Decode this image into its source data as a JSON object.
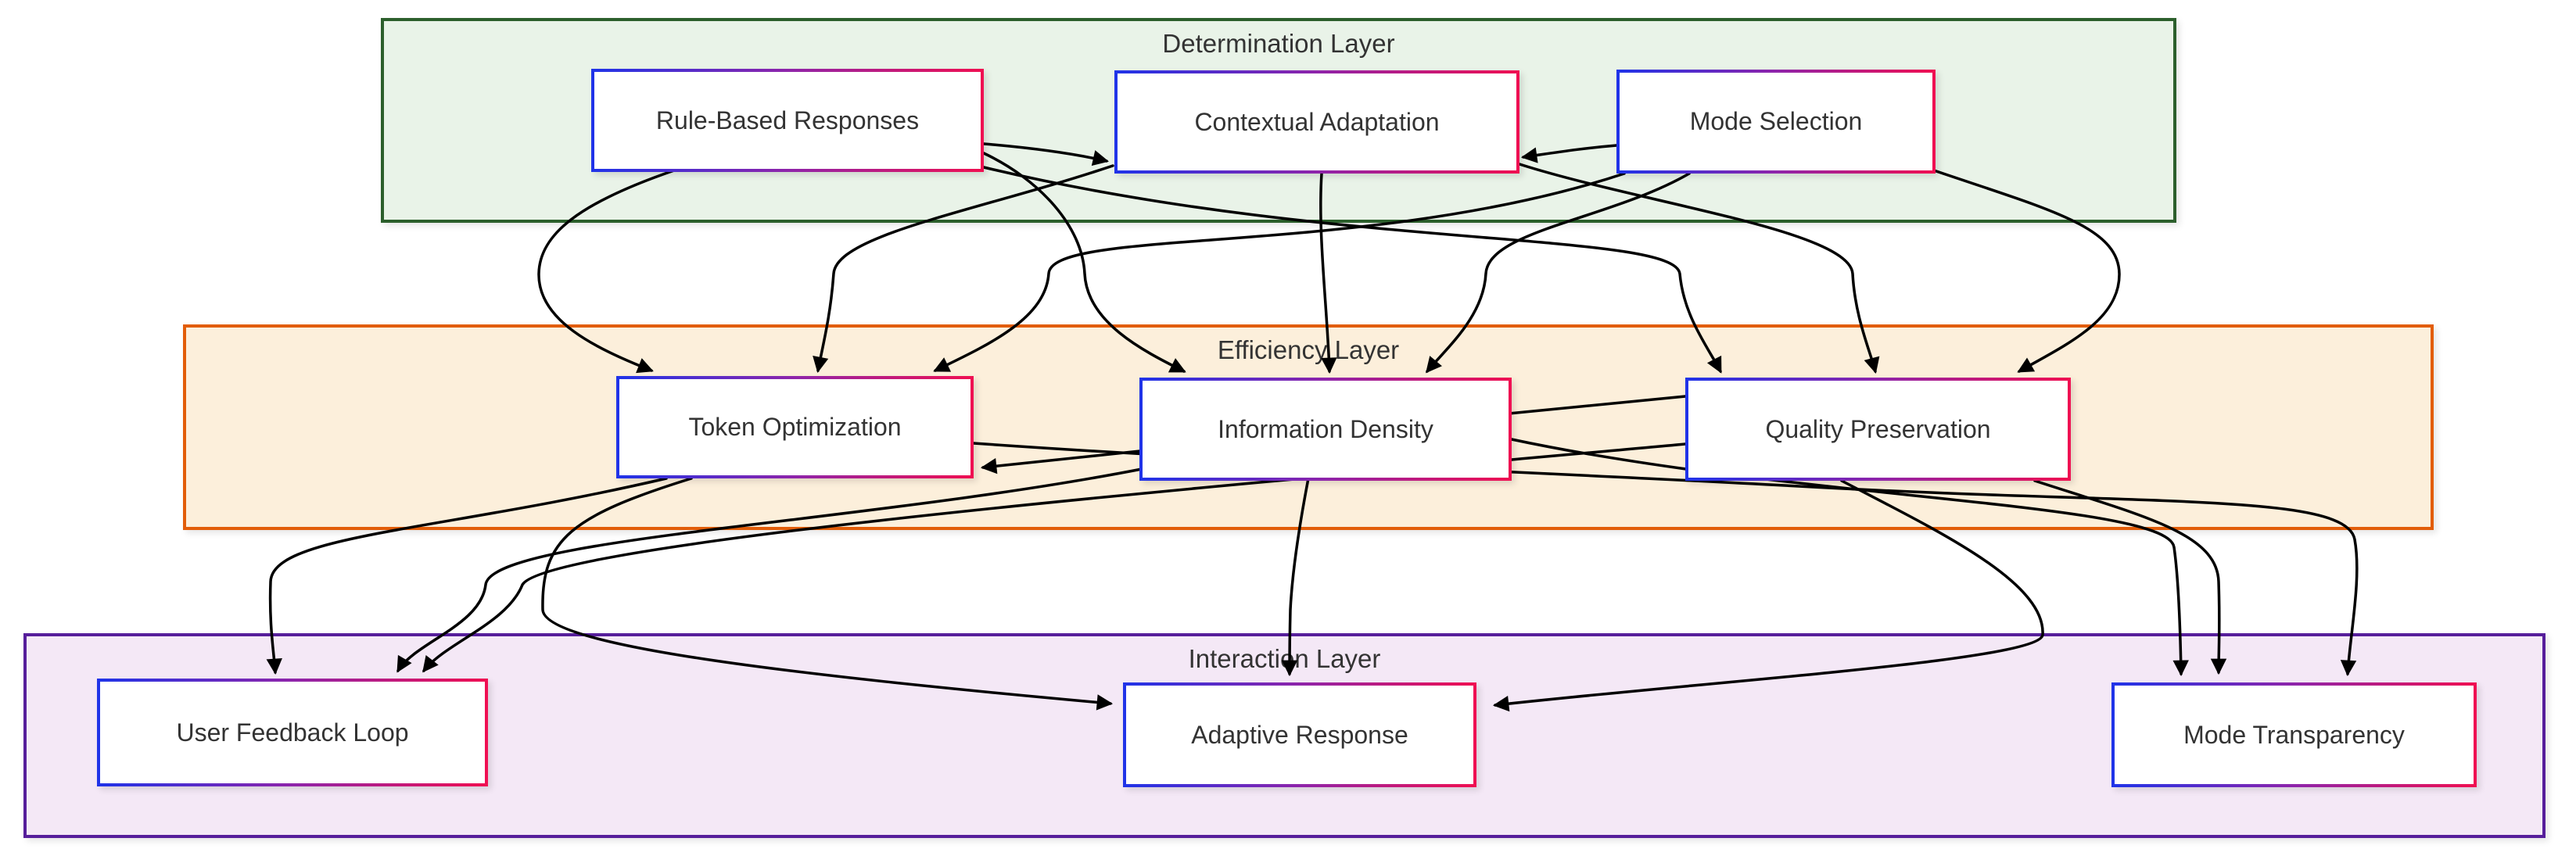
{
  "diagram": {
    "layers": [
      {
        "id": "determination",
        "title": "Determination Layer",
        "fill": "#e9f3e8",
        "border": "#2c5f2c",
        "nodes": [
          {
            "id": "RBR",
            "label": "Rule-Based Responses"
          },
          {
            "id": "CA",
            "label": "Contextual Adaptation"
          },
          {
            "id": "MS",
            "label": "Mode Selection"
          }
        ]
      },
      {
        "id": "efficiency",
        "title": "Efficiency Layer",
        "fill": "#fcefdb",
        "border": "#e25d09",
        "nodes": [
          {
            "id": "TO",
            "label": "Token Optimization"
          },
          {
            "id": "ID",
            "label": "Information Density"
          },
          {
            "id": "QP",
            "label": "Quality Preservation"
          }
        ]
      },
      {
        "id": "interaction",
        "title": "Interaction Layer",
        "fill": "#f4e8f6",
        "border": "#561e9b",
        "nodes": [
          {
            "id": "UFL",
            "label": "User Feedback Loop"
          },
          {
            "id": "AR",
            "label": "Adaptive Response"
          },
          {
            "id": "MT",
            "label": "Mode Transparency"
          }
        ]
      }
    ],
    "node_style": {
      "fill": "#ffffff",
      "border_gradient": [
        "#2033e8",
        "#8e24aa",
        "#ef0f52"
      ],
      "text_color": "#333333"
    },
    "edge_style": {
      "color": "#000000",
      "width": 3.5
    },
    "edges": [
      {
        "from": "RBR",
        "to": "CA"
      },
      {
        "from": "RBR",
        "to": "TO"
      },
      {
        "from": "RBR",
        "to": "ID"
      },
      {
        "from": "RBR",
        "to": "QP"
      },
      {
        "from": "MS",
        "to": "CA"
      },
      {
        "from": "MS",
        "to": "TO"
      },
      {
        "from": "MS",
        "to": "ID"
      },
      {
        "from": "MS",
        "to": "QP"
      },
      {
        "from": "CA",
        "to": "TO"
      },
      {
        "from": "CA",
        "to": "ID"
      },
      {
        "from": "CA",
        "to": "QP"
      },
      {
        "from": "TO",
        "to": "UFL"
      },
      {
        "from": "TO",
        "to": "AR"
      },
      {
        "from": "TO",
        "to": "MT"
      },
      {
        "from": "QP",
        "to": "TO"
      },
      {
        "from": "ID",
        "to": "UFL"
      },
      {
        "from": "ID",
        "to": "AR"
      },
      {
        "from": "ID",
        "to": "MT"
      },
      {
        "from": "QP",
        "to": "UFL"
      },
      {
        "from": "QP",
        "to": "AR"
      },
      {
        "from": "QP",
        "to": "MT"
      }
    ]
  }
}
